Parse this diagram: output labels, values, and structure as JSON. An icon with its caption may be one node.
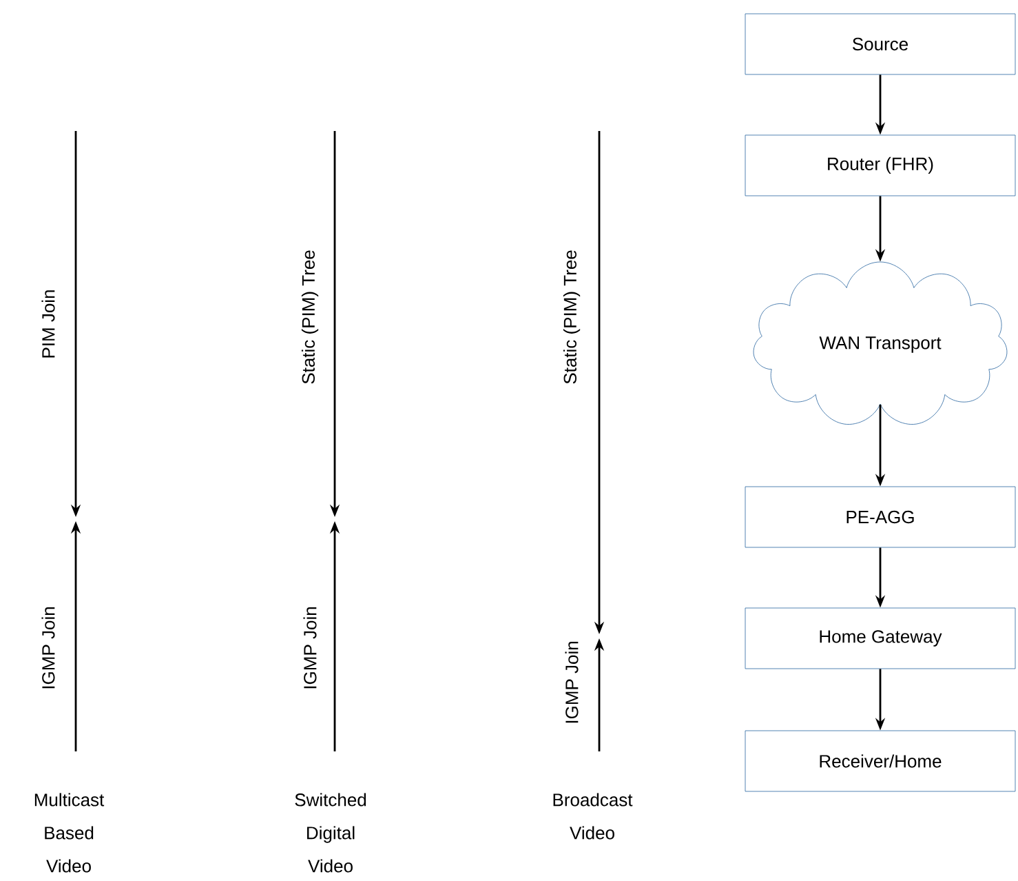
{
  "diagram": {
    "nodes": [
      {
        "text": [
          "Source"
        ]
      },
      {
        "text": [
          "Router (FHR)"
        ]
      },
      {
        "text": [
          "WAN Transport"
        ]
      },
      {
        "text": [
          "PE-AGG"
        ]
      },
      {
        "text": [
          "Home Gateway"
        ]
      },
      {
        "text": [
          "Receiver/Home"
        ]
      }
    ],
    "edges": [
      {
        "from": 0,
        "to": 1,
        "arrow": "to"
      },
      {
        "from": 1,
        "to": 2,
        "arrow": "to"
      },
      {
        "from": 2,
        "to": 3,
        "arrow": "to"
      },
      {
        "from": 3,
        "to": 4,
        "arrow": "to"
      },
      {
        "from": 4,
        "to": 5,
        "arrow": "to"
      }
    ],
    "labels": [
      "PIM Join",
      "IGMP Join",
      "Multicast Based Video",
      "Static (PIM) Tree",
      "IGMP Join",
      "Switched Digital Video",
      "Static (PIM) Tree",
      "IGMP Join",
      "Broadcast Video"
    ]
  }
}
